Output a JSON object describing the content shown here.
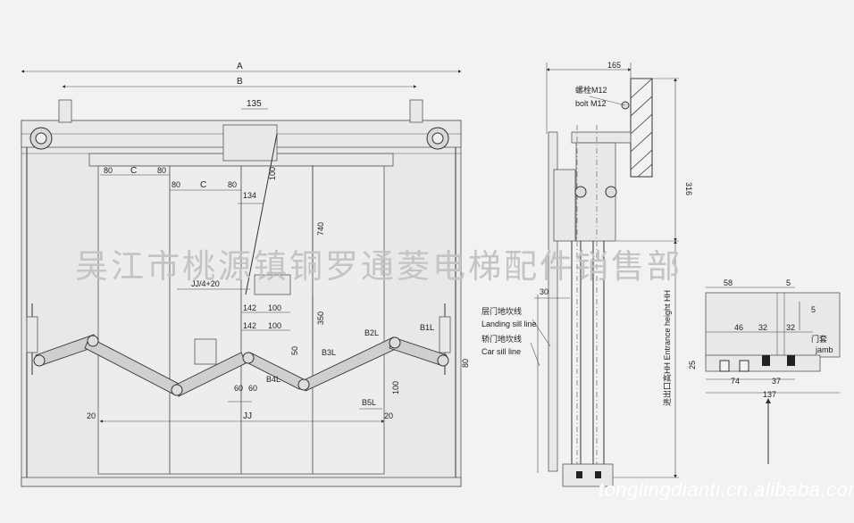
{
  "front_view": {
    "dim_a": "A",
    "dim_b": "B",
    "dim_135": "135",
    "dim_80": "80",
    "dim_c": "C",
    "dim_134": "134",
    "dim_jj4": "JJ/4+20",
    "dim_142": "142",
    "dim_100": "100",
    "dim_60": "60",
    "dim_20": "20",
    "dim_jj": "JJ",
    "dim_740": "740",
    "dim_350": "350",
    "dim_50": "50",
    "dim_b1l": "B1L",
    "dim_b2l": "B2L",
    "dim_b3l": "B3L",
    "dim_b4l": "B4L",
    "dim_b5l": "B5L"
  },
  "side_view": {
    "dim_165": "165",
    "bolt_cn": "螺栓M12",
    "bolt_en": "bolt M12",
    "dim_316": "316",
    "entrance_height": "进出口高HH  Entrance height HH",
    "dim_30": "30",
    "landing_sill_cn": "层门地坎线",
    "landing_sill_en": "Landing sill line",
    "car_sill_cn": "轿门地坎线",
    "car_sill_en": "Car sill line"
  },
  "sill_detail": {
    "dim_58": "58",
    "dim_5": "5",
    "dim_46": "46",
    "dim_32": "32",
    "jamb_cn": "门套",
    "jamb_en": "jamb",
    "dim_25": "25",
    "dim_74": "74",
    "dim_37": "37",
    "dim_137": "137"
  },
  "watermarks": {
    "cn": "吴江市桃源镇铜罗通菱电梯配件销售部",
    "url": "tonglingdianti.cn.alibaba.com"
  }
}
